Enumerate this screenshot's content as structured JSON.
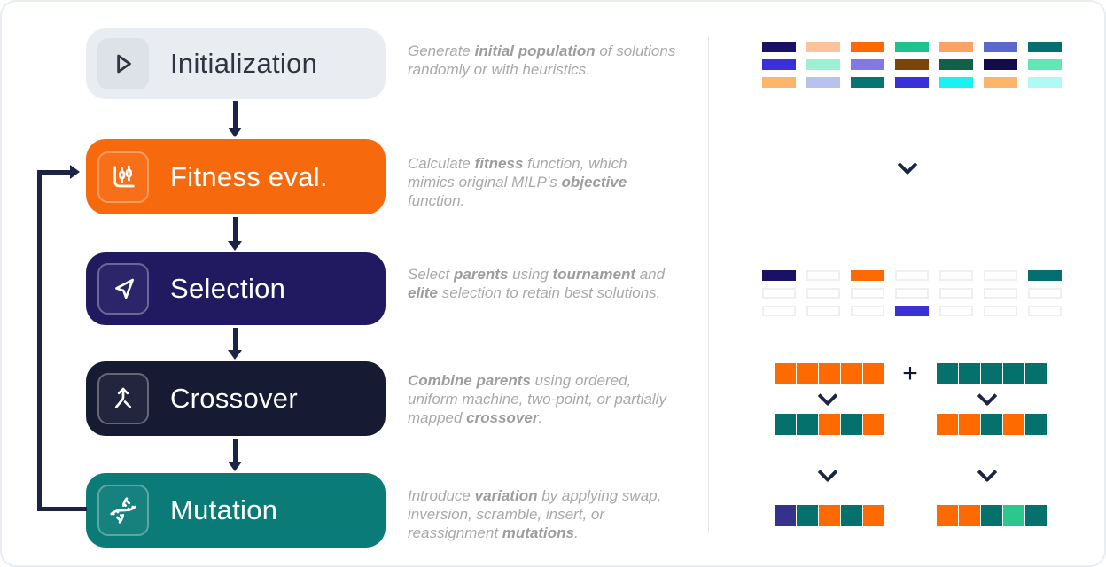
{
  "title": "Genetic algorithm stages diagram",
  "stages": [
    {
      "label": "Initialization",
      "icon": "play-icon",
      "box_color": "#E9EDF1",
      "desc": [
        {
          "t": "Generate ",
          "b": 0
        },
        {
          "t": "initial population",
          "b": 1
        },
        {
          "t": " of solutions randomly or with heuristics.",
          "b": 0
        }
      ]
    },
    {
      "label": "Fitness eval.",
      "icon": "candlestick-chart-icon",
      "box_color": "#F7690D",
      "desc": [
        {
          "t": "Calculate ",
          "b": 0
        },
        {
          "t": "fitness",
          "b": 1
        },
        {
          "t": " function, which mimics original MILP’s ",
          "b": 0
        },
        {
          "t": "objective",
          "b": 1
        },
        {
          "t": " function.",
          "b": 0
        }
      ]
    },
    {
      "label": "Selection",
      "icon": "cursor-icon",
      "box_color": "#221A61",
      "desc": [
        {
          "t": "Select ",
          "b": 0
        },
        {
          "t": "parents",
          "b": 1
        },
        {
          "t": " using ",
          "b": 0
        },
        {
          "t": "tournament",
          "b": 1
        },
        {
          "t": " and ",
          "b": 0
        },
        {
          "t": "elite",
          "b": 1
        },
        {
          "t": " selection to retain best solutions.",
          "b": 0
        }
      ]
    },
    {
      "label": "Crossover",
      "icon": "merge-arrow-icon",
      "box_color": "#161A33",
      "desc": [
        {
          "t": "Combine parents",
          "b": 1
        },
        {
          "t": " using ordered, uniform machine, two-point, or partially mapped ",
          "b": 0
        },
        {
          "t": "crossover",
          "b": 1
        },
        {
          "t": ".",
          "b": 0
        }
      ]
    },
    {
      "label": "Mutation",
      "icon": "dna-icon",
      "box_color": "#0A7B76",
      "desc": [
        {
          "t": "Introduce ",
          "b": 0
        },
        {
          "t": "variation",
          "b": 1
        },
        {
          "t": " by applying swap, inversion, scramble, insert, or reassignment ",
          "b": 0
        },
        {
          "t": "mutations",
          "b": 1
        },
        {
          "t": ".",
          "b": 0
        }
      ]
    }
  ],
  "population_grid": {
    "rows": [
      [
        "#191264",
        "#FBC29B",
        "#FE6A00",
        "#1EC28A",
        "#FCA265",
        "#5A68CC",
        "#046E71"
      ],
      [
        "#3A2FD9",
        "#9CF0D4",
        "#8379E6",
        "#7C4508",
        "#10604A",
        "#120C4A",
        "#62E6B6"
      ],
      [
        "#FDB569",
        "#B8C2EF",
        "#057571",
        "#3A2FD9",
        "#19F2F2",
        "#FDB569",
        "#B0FAF6"
      ]
    ]
  },
  "selection_grid": {
    "rows": [
      [
        "#191264",
        null,
        "#FE6A00",
        null,
        null,
        null,
        "#046E71"
      ],
      [
        null,
        null,
        null,
        null,
        null,
        null,
        null
      ],
      [
        null,
        null,
        null,
        "#3A2FD9",
        null,
        null,
        null
      ]
    ]
  },
  "crossover": {
    "plus_sign": "+",
    "parent_a": [
      "#FE6A00",
      "#FE6A00",
      "#FE6A00",
      "#FE6A00",
      "#FE6A00"
    ],
    "parent_b": [
      "#04716C",
      "#04716C",
      "#04716C",
      "#04716C",
      "#04716C"
    ],
    "child_a": [
      "#04716C",
      "#04716C",
      "#FE6A00",
      "#04716C",
      "#FE6A00"
    ],
    "child_b": [
      "#FE6A00",
      "#FE6A00",
      "#04716C",
      "#FE6A00",
      "#04716C"
    ]
  },
  "mutation": {
    "result_a": [
      "#37318E",
      "#04716C",
      "#FE6A00",
      "#04716C",
      "#FE6A00"
    ],
    "result_b": [
      "#FE6A00",
      "#FE6A00",
      "#04716C",
      "#2BC78D",
      "#04716C"
    ]
  },
  "colors": {
    "arrow": "#1B2347",
    "divider": "#E6E6E9",
    "canvas_border": "#E8EDF2",
    "description_text": "#A9A9AB",
    "init_box": "#E9EDF1",
    "init_icon_bg": "#DCE2E8",
    "init_text": "#2E3440"
  }
}
